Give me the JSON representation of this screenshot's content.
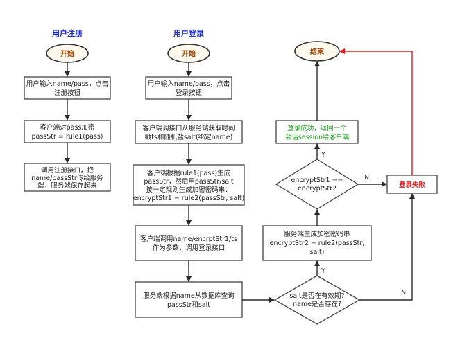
{
  "titles": {
    "register": "用户注册",
    "login": "用户登录"
  },
  "terminals": {
    "register_start": "开始",
    "login_start": "开始",
    "end": "结束"
  },
  "register_steps": [
    [
      "用户输入name/pass，点击",
      "注册按钮"
    ],
    [
      "客户端对pass加密",
      "passStr = rule1(pass)"
    ],
    [
      "调用注册接口，把",
      "name/passStr传给服务",
      "端，服务端保存起来"
    ]
  ],
  "login_steps": [
    [
      "用户输入name/pass，点击",
      "登录按钮"
    ],
    [
      "客户端调接口从服务端获取时间",
      "戳ts和随机盐salt(绑定name)"
    ],
    [
      "客户端根据rule1(pass)生成",
      "passStr，然后用passStr/salt",
      "按一定规则生成加密密码串：",
      "encryptStr1 = rule2(passStr, salt)"
    ],
    [
      "客户端调用name/encrptStr1/ts",
      "作为参数，调用登录接口"
    ],
    [
      "服务端根据name从数据库查询",
      "passStr和salt"
    ]
  ],
  "server_step": [
    "服务端生成加密密码串",
    "encryptStr2 = rule2(passStr,",
    "salt)"
  ],
  "success_box": [
    "登录成功，返回一个",
    "会话session给客户端"
  ],
  "fail_box": "登录失败",
  "decision_salt": [
    "salt是否在有效期?",
    "name是否存在?"
  ],
  "decision_compare": [
    "encryptStr1 ==",
    "encryptStr2"
  ],
  "edge_labels": {
    "salt_yes": "Y",
    "salt_no": "N",
    "compare_yes": "Y",
    "compare_no": "N"
  }
}
